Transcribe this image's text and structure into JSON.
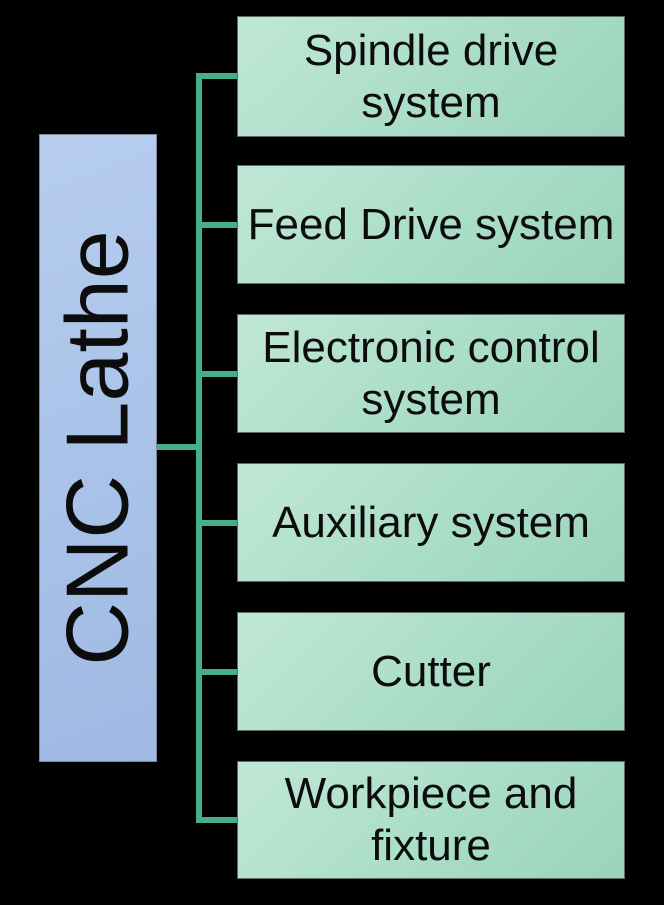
{
  "diagram": {
    "root": {
      "label": "CNC Lathe"
    },
    "branches": [
      {
        "label": "Spindle drive system"
      },
      {
        "label": "Feed Drive system"
      },
      {
        "label": "Electronic control system"
      },
      {
        "label": "Auxiliary system"
      },
      {
        "label": "Cutter"
      },
      {
        "label": "Workpiece and fixture"
      }
    ],
    "colors": {
      "background": "#000000",
      "connector": "#44af8f",
      "text": "#0c0c0c",
      "branch_border": "#5c6b64",
      "root_border": "#7e8a9b",
      "root_fill_top": "#b6cdee",
      "root_fill_bottom": "#9fb9e3",
      "branch_fill_light": "#c0e7d6",
      "branch_fill_mid": "#aaddc8",
      "branch_fill_dark": "#9bd3bc"
    }
  }
}
